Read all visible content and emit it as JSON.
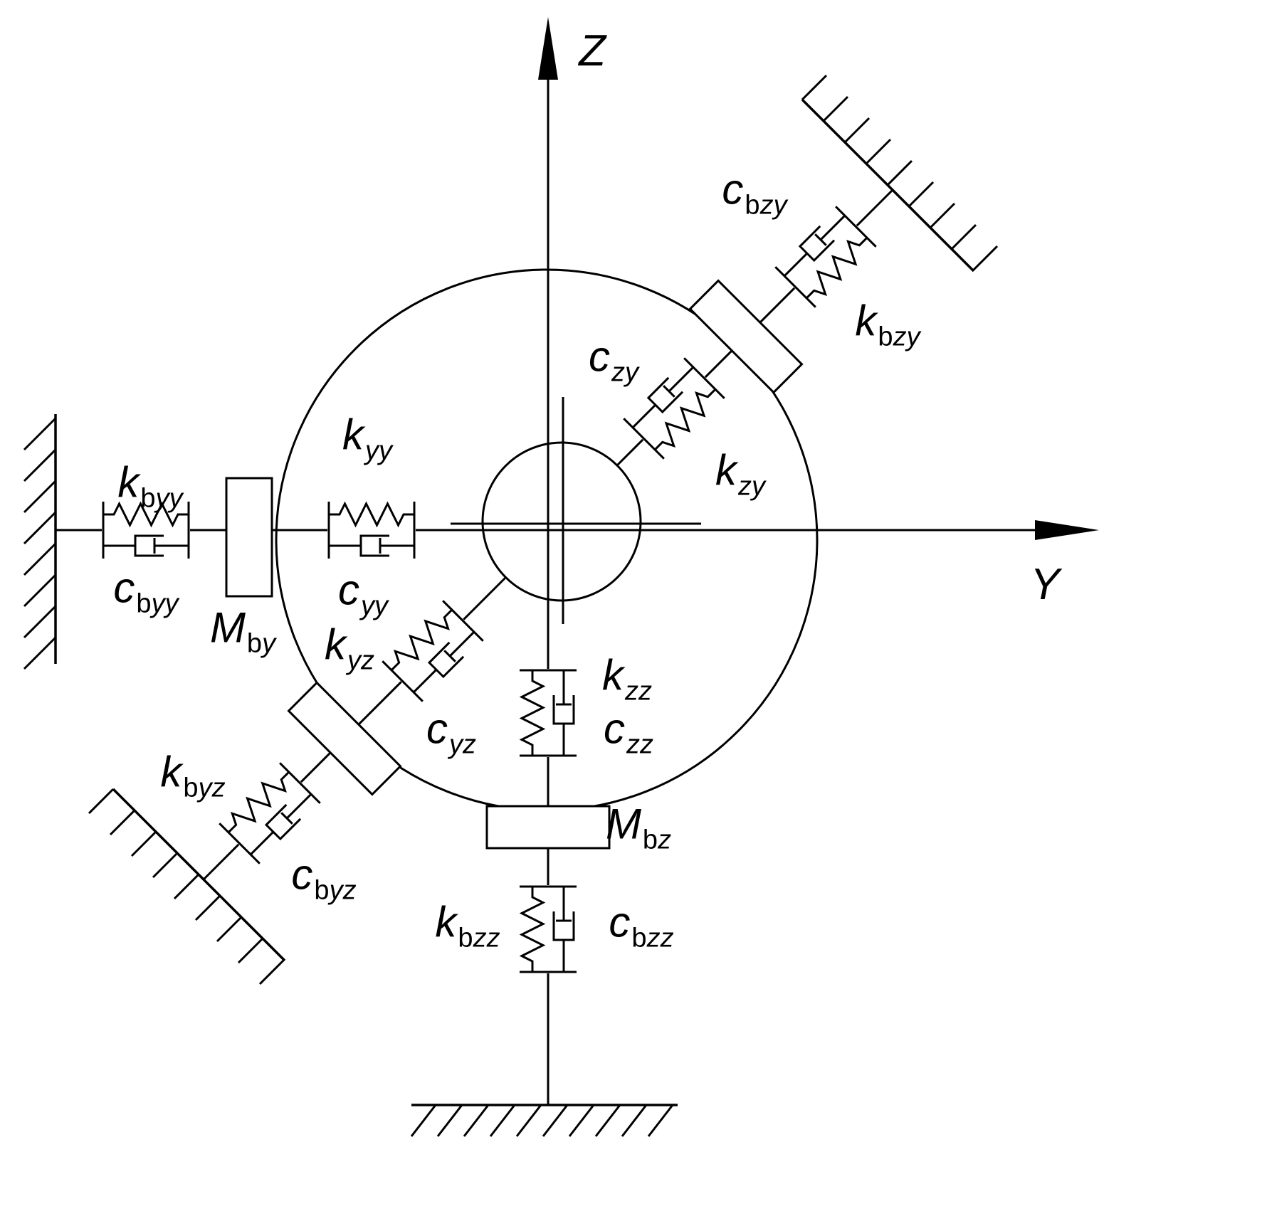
{
  "diagram": {
    "background_color": "#ffffff",
    "line_color": "#000000",
    "axis_labels": {
      "z": "Z",
      "y": "Y"
    },
    "component_labels": {
      "c_bzy": {
        "main": "c",
        "sub_roman": "b",
        "sub_italic": "zy"
      },
      "k_bzy": {
        "main": "k",
        "sub_roman": "b",
        "sub_italic": "zy"
      },
      "c_zy": {
        "main": "c",
        "sub_roman": "",
        "sub_italic": "zy"
      },
      "k_zy": {
        "main": "k",
        "sub_roman": "",
        "sub_italic": "zy"
      },
      "k_yy": {
        "main": "k",
        "sub_roman": "",
        "sub_italic": "yy"
      },
      "c_yy": {
        "main": "c",
        "sub_roman": "",
        "sub_italic": "yy"
      },
      "k_byy": {
        "main": "k",
        "sub_roman": "b",
        "sub_italic": "yy"
      },
      "c_byy": {
        "main": "c",
        "sub_roman": "b",
        "sub_italic": "yy"
      },
      "m_by": {
        "main": "M",
        "sub_roman": "b",
        "sub_italic": "y"
      },
      "k_yz": {
        "main": "k",
        "sub_roman": "",
        "sub_italic": "yz"
      },
      "c_yz": {
        "main": "c",
        "sub_roman": "",
        "sub_italic": "yz"
      },
      "k_byz": {
        "main": "k",
        "sub_roman": "b",
        "sub_italic": "yz"
      },
      "c_byz": {
        "main": "c",
        "sub_roman": "b",
        "sub_italic": "yz"
      },
      "k_zz": {
        "main": "k",
        "sub_roman": "",
        "sub_italic": "zz"
      },
      "c_zz": {
        "main": "c",
        "sub_roman": "",
        "sub_italic": "zz"
      },
      "m_bz": {
        "main": "M",
        "sub_roman": "b",
        "sub_italic": "z"
      },
      "k_bzz": {
        "main": "k",
        "sub_roman": "b",
        "sub_italic": "zz"
      },
      "c_bzz": {
        "main": "c",
        "sub_roman": "b",
        "sub_italic": "zz"
      }
    }
  }
}
